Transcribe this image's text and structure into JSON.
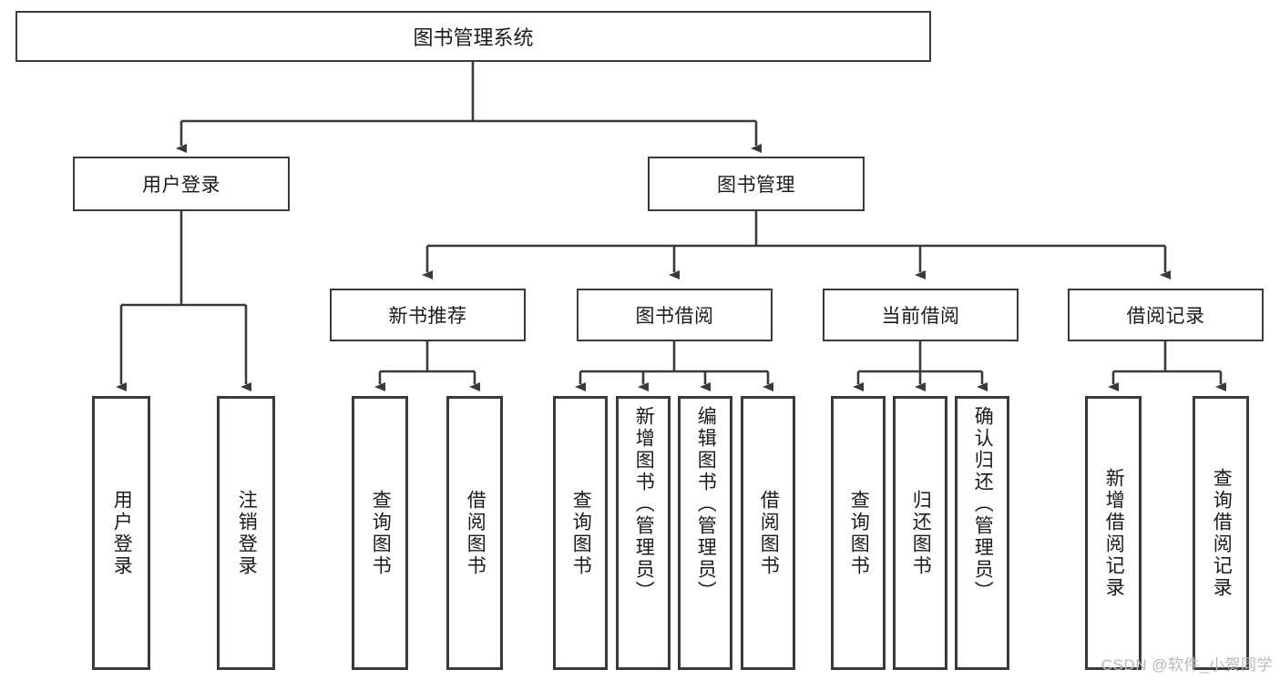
{
  "diagram": {
    "type": "tree",
    "title_node": {
      "label": "图书管理系统"
    },
    "level2": [
      {
        "label": "用户登录"
      },
      {
        "label": "图书管理"
      }
    ],
    "level3": [
      {
        "label": "新书推荐"
      },
      {
        "label": "图书借阅"
      },
      {
        "label": "当前借阅"
      },
      {
        "label": "借阅记录"
      }
    ],
    "leaves": {
      "user_login": [
        {
          "label": "用户登录"
        },
        {
          "label": "注销登录"
        }
      ],
      "new_book_recommend": [
        {
          "label": "查询图书"
        },
        {
          "label": "借阅图书"
        }
      ],
      "book_borrow": [
        {
          "label": "查询图书"
        },
        {
          "label": "新增图书（管理员）"
        },
        {
          "label": "编辑图书（管理员）"
        },
        {
          "label": "借阅图书"
        }
      ],
      "current_borrow": [
        {
          "label": "查询图书"
        },
        {
          "label": "归还图书"
        },
        {
          "label": "确认归还（管理员）"
        }
      ],
      "borrow_record": [
        {
          "label": "新增借阅记录"
        },
        {
          "label": "查询借阅记录"
        }
      ]
    }
  },
  "watermark": {
    "text": "CSDN @软件_小贺同学"
  },
  "colors": {
    "stroke": "#3a3a3a",
    "text": "#1a1a1a",
    "background": "#ffffff",
    "watermark": "#b9b9b9"
  }
}
